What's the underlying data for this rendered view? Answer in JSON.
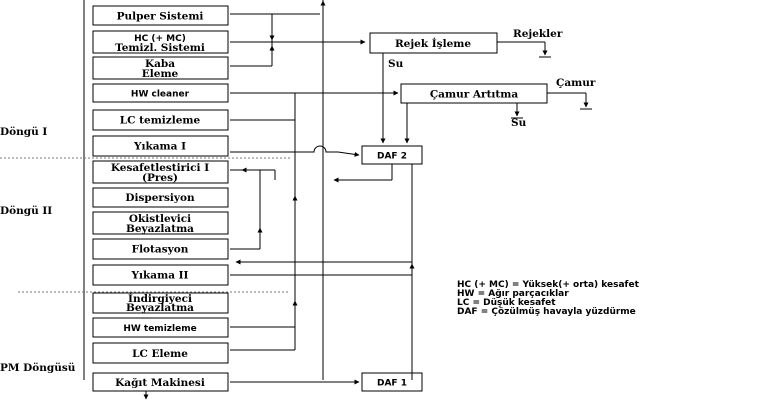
{
  "process": {
    "pulper": "Pulper Sistemi",
    "hc_line1": "HC (+ MC)",
    "hc_line2": "Temizl. Sistemi",
    "kaba_line1": "Kaba",
    "kaba_line2": "Eleme",
    "hw_cleaner": "HW cleaner",
    "lc_temizleme": "LC temizleme",
    "yikama1": "Yıkama I",
    "kesafet_line1": "Kesafetlestirici I",
    "kesafet_line2": "(Pres)",
    "dispersiyon": "Dispersiyon",
    "oks_line1": "Okistlevici",
    "oks_line2": "Beyazlatma",
    "flotasyon": "Flotasyon",
    "yikama2": "Yıkama II",
    "ind_line1": "İndirgiyeci",
    "ind_line2": "Beyazlatma",
    "hw_temizleme": "HW temizleme",
    "lc_eleme": "LC Eleme",
    "kagit": "Kağıt Makinesi"
  },
  "side": {
    "rejek_isleme": "Rejek İşleme",
    "rejekler": "Rejekler",
    "su1": "Su",
    "camur_artitma": "Çamur Artıtma",
    "camur": "Çamur",
    "su2": "Su",
    "daf2": "DAF 2",
    "daf1": "DAF 1"
  },
  "loops": {
    "dongu1": "Döngü I",
    "dongu2": "Döngü II",
    "pm": "PM Döngüsü"
  },
  "legend": {
    "hc": "HC (+ MC) = Yüksek(+ orta) kesafet",
    "hw": "HW =  Ağır parçacıklar",
    "lc": "LC =   Düşük kesafet",
    "daf": "DAF = Çözülmüş havayla yüzdürme"
  }
}
